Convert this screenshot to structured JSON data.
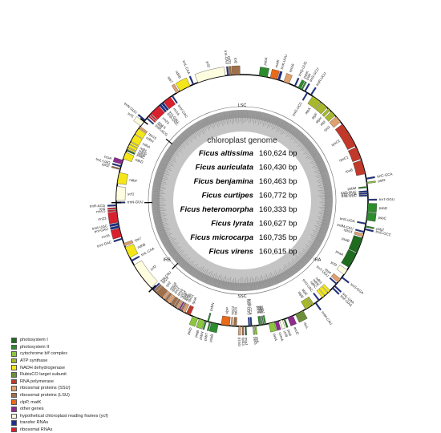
{
  "center": {
    "title": "chloroplast genome",
    "species": [
      {
        "name": "Ficus altissima",
        "size": "160,624 bp"
      },
      {
        "name": "Ficus auriculata",
        "size": "160,430 bp"
      },
      {
        "name": "Ficus benjamina",
        "size": "160,463 bp"
      },
      {
        "name": "Ficus curtipes",
        "size": "160,772 bp"
      },
      {
        "name": "Ficus heteromorpha",
        "size": "160,333 bp"
      },
      {
        "name": "Ficus lyrata",
        "size": "160,627 bp"
      },
      {
        "name": "Ficus microcarpa",
        "size": "160,735 bp"
      },
      {
        "name": "Ficus virens",
        "size": "160,615 bp"
      }
    ]
  },
  "regions": {
    "lsc": "LSC",
    "ssc": "SSC",
    "ira": "IRA",
    "irb": "IRB"
  },
  "categories": {
    "psa": "#1f6b1f",
    "psb": "#2e8b2e",
    "pet": "#8cc63f",
    "atp": "#a8b82c",
    "ndh": "#f5e61a",
    "rbc": "#6e8f3a",
    "rpo": "#c0392b",
    "rps": "#e0a070",
    "rpl": "#a0704a",
    "clp": "#e86a1a",
    "other": "#8e2c8e",
    "ycf": "#fffde0",
    "trn": "#1c2f8c",
    "rrn": "#d9202f"
  },
  "legend": [
    {
      "label": "photosystem I",
      "color": "#1f6b1f"
    },
    {
      "label": "photosystem II",
      "color": "#2e8b2e"
    },
    {
      "label": "cytochrome b/f complex",
      "color": "#8cc63f"
    },
    {
      "label": "ATP synthase",
      "color": "#a8b82c"
    },
    {
      "label": "NADH dehydrogenase",
      "color": "#f5e61a"
    },
    {
      "label": "RubisCO larget subunit",
      "color": "#6e8f3a"
    },
    {
      "label": "RNA polymerase",
      "color": "#c0392b"
    },
    {
      "label": "ribosomal proteins (SSU)",
      "color": "#e0a070"
    },
    {
      "label": "ribosomal proteins (LSU)",
      "color": "#a0704a"
    },
    {
      "label": "clpP, matK",
      "color": "#e86a1a"
    },
    {
      "label": "other genes",
      "color": "#8e2c8e"
    },
    {
      "label": "hypothetical chloroplast reading frames (ycf)",
      "color": "#fffde0"
    },
    {
      "label": "transfer RNAs",
      "color": "#1c2f8c"
    },
    {
      "label": "ribosomal RNAs",
      "color": "#d9202f"
    }
  ],
  "genes": [
    {
      "name": "psbA",
      "cat": "psb",
      "a0": 12,
      "a1": 18,
      "side": "out"
    },
    {
      "name": "matK",
      "cat": "clp",
      "a0": 20,
      "a1": 25,
      "side": "out"
    },
    {
      "name": "trnK-UUU",
      "cat": "trn",
      "a0": 25.5,
      "a1": 27,
      "side": "out"
    },
    {
      "name": "rps16",
      "cat": "rps",
      "a0": 30,
      "a1": 34,
      "side": "out"
    },
    {
      "name": "trnQ-UUG",
      "cat": "trn",
      "a0": 38,
      "a1": 39,
      "side": "out"
    },
    {
      "name": "psbK",
      "cat": "psb",
      "a0": 41,
      "a1": 43,
      "side": "out"
    },
    {
      "name": "psbI",
      "cat": "psb",
      "a0": 43.5,
      "a1": 44.5,
      "side": "out"
    },
    {
      "name": "trnS-GCU",
      "cat": "trn",
      "a0": 46,
      "a1": 47,
      "side": "out"
    },
    {
      "name": "trnG-UCC",
      "cat": "trn",
      "a0": 48,
      "a1": 49,
      "side": "in"
    },
    {
      "name": "trnR-UCU",
      "cat": "trn",
      "a0": 51,
      "a1": 52,
      "side": "out"
    },
    {
      "name": "atpA",
      "cat": "atp",
      "a0": 53,
      "a1": 60,
      "side": "in"
    },
    {
      "name": "atpF",
      "cat": "atp",
      "a0": 60.5,
      "a1": 66,
      "side": "in"
    },
    {
      "name": "atpH",
      "cat": "atp",
      "a0": 67,
      "a1": 69,
      "side": "in"
    },
    {
      "name": "atpI",
      "cat": "atp",
      "a0": 70,
      "a1": 74,
      "side": "in"
    },
    {
      "name": "rps2",
      "cat": "rps",
      "a0": 75,
      "a1": 80,
      "side": "in"
    },
    {
      "name": "rpoC2",
      "cat": "rpo",
      "a0": 82,
      "a1": 100,
      "side": "in"
    },
    {
      "name": "rpoC1",
      "cat": "rpo",
      "a0": 101,
      "a1": 110,
      "side": "in"
    },
    {
      "name": "rpoB",
      "cat": "rpo",
      "a0": 111,
      "a1": 121,
      "side": "in"
    },
    {
      "name": "trnC-GCA",
      "cat": "trn",
      "a0": 124,
      "a1": 125,
      "side": "out"
    },
    {
      "name": "petN",
      "cat": "pet",
      "a0": 127,
      "a1": 128,
      "side": "out"
    },
    {
      "name": "psbM",
      "cat": "psb",
      "a0": 130,
      "a1": 131,
      "side": "in"
    },
    {
      "name": "trnD-GUC",
      "cat": "trn",
      "a0": 133,
      "a1": 134,
      "side": "in"
    },
    {
      "name": "trnY-GUA",
      "cat": "trn",
      "a0": 134.5,
      "a1": 135.5,
      "side": "in"
    },
    {
      "name": "trnE-UUC",
      "cat": "trn",
      "a0": 136,
      "a1": 137,
      "side": "in"
    },
    {
      "name": "trnT-GGU",
      "cat": "trn",
      "a0": 139,
      "a1": 140,
      "side": "out"
    },
    {
      "name": "psbD",
      "cat": "psb",
      "a0": 142,
      "a1": 148,
      "side": "out"
    },
    {
      "name": "psbC",
      "cat": "psb",
      "a0": 148.5,
      "a1": 154,
      "side": "out"
    },
    {
      "name": "trnS-UGA",
      "cat": "trn",
      "a0": 156,
      "a1": 157,
      "side": "in"
    },
    {
      "name": "psbZ",
      "cat": "psb",
      "a0": 158,
      "a1": 159,
      "side": "out"
    },
    {
      "name": "trnG-GCC",
      "cat": "trn",
      "a0": 160,
      "a1": 161,
      "side": "out"
    },
    {
      "name": "trnfM-CAU",
      "cat": "trn",
      "a0": 162,
      "a1": 163,
      "side": "in"
    },
    {
      "name": "rps14",
      "cat": "rps",
      "a0": 164,
      "a1": 166,
      "side": "in"
    },
    {
      "name": "psaB",
      "cat": "psa",
      "a0": 167,
      "a1": 178,
      "side": "in"
    },
    {
      "name": "psaA",
      "cat": "psa",
      "a0": 178.5,
      "a1": 190,
      "side": "in"
    },
    {
      "name": "ycf3",
      "cat": "ycf",
      "a0": 192,
      "a1": 196,
      "side": "in"
    },
    {
      "name": "trnS-GGA",
      "cat": "trn",
      "a0": 198,
      "a1": 199,
      "side": "out"
    },
    {
      "name": "rps4",
      "cat": "rps",
      "a0": 200,
      "a1": 203,
      "side": "in"
    },
    {
      "name": "trnT-UGU",
      "cat": "trn",
      "a0": 204,
      "a1": 205,
      "side": "in"
    },
    {
      "name": "trnL-UAA",
      "cat": "trn",
      "a0": 206,
      "a1": 207,
      "side": "out"
    },
    {
      "name": "trnF-GAA",
      "cat": "trn",
      "a0": 208,
      "a1": 209,
      "side": "out"
    },
    {
      "name": "ndhJ",
      "cat": "ndh",
      "a0": 211,
      "a1": 213,
      "side": "in"
    },
    {
      "name": "ndhK",
      "cat": "ndh",
      "a0": 213.5,
      "a1": 216,
      "side": "in"
    },
    {
      "name": "ndhC",
      "cat": "ndh",
      "a0": 216.5,
      "a1": 218.5,
      "side": "in"
    },
    {
      "name": "trnV-UAC",
      "cat": "trn",
      "a0": 221,
      "a1": 222,
      "side": "in"
    },
    {
      "name": "trnM-CAU",
      "cat": "trn",
      "a0": 224,
      "a1": 225,
      "side": "out"
    },
    {
      "name": "atpE",
      "cat": "atp",
      "a0": 226,
      "a1": 227.5,
      "side": "in"
    },
    {
      "name": "atpB",
      "cat": "atp",
      "a0": 228,
      "a1": 233,
      "side": "in"
    },
    {
      "name": "rbcL",
      "cat": "rbc",
      "a0": 235,
      "a1": 241,
      "side": "out"
    },
    {
      "name": "accD",
      "cat": "other",
      "a0": 243,
      "a1": 247,
      "side": "out"
    },
    {
      "name": "psaI",
      "cat": "psa",
      "a0": 249,
      "a1": 250,
      "side": "out"
    },
    {
      "name": "ycf4",
      "cat": "ycf",
      "a0": 251,
      "a1": 253,
      "side": "out"
    },
    {
      "name": "cemA",
      "cat": "other",
      "a0": 254,
      "a1": 256.5,
      "side": "out"
    },
    {
      "name": "petA",
      "cat": "pet",
      "a0": 257,
      "a1": 261,
      "side": "out"
    },
    {
      "name": "psbJ",
      "cat": "psb",
      "a0": 263,
      "a1": 264,
      "side": "in"
    },
    {
      "name": "psbL",
      "cat": "psb",
      "a0": 264.5,
      "a1": 265,
      "side": "in"
    },
    {
      "name": "psbF",
      "cat": "psb",
      "a0": 265.5,
      "a1": 266,
      "side": "in"
    },
    {
      "name": "psbE",
      "cat": "psb",
      "a0": 266.5,
      "a1": 268,
      "side": "in"
    },
    {
      "name": "petL",
      "cat": "pet",
      "a0": 270,
      "a1": 271,
      "side": "out"
    },
    {
      "name": "petG",
      "cat": "pet",
      "a0": 271.5,
      "a1": 272.5,
      "side": "out"
    },
    {
      "name": "trnW-CCA",
      "cat": "trn",
      "a0": 273,
      "a1": 274,
      "side": "in"
    },
    {
      "name": "trnP-UGG",
      "cat": "trn",
      "a0": 274.5,
      "a1": 275.5,
      "side": "in"
    },
    {
      "name": "psaJ",
      "cat": "psa",
      "a0": 277,
      "a1": 278,
      "side": "out"
    },
    {
      "name": "rpl33",
      "cat": "rpl",
      "a0": 279,
      "a1": 280,
      "side": "out"
    },
    {
      "name": "rps18",
      "cat": "rps",
      "a0": 281,
      "a1": 282.5,
      "side": "out"
    },
    {
      "name": "rpl20",
      "cat": "rpl",
      "a0": 284,
      "a1": 286,
      "side": "in"
    },
    {
      "name": "rps12",
      "cat": "rps",
      "a0": 287,
      "a1": 288,
      "side": "in"
    },
    {
      "name": "clpP",
      "cat": "clp",
      "a0": 289,
      "a1": 295,
      "side": "in"
    },
    {
      "name": "psbB",
      "cat": "psb",
      "a0": 297,
      "a1": 302,
      "side": "out"
    },
    {
      "name": "psbT",
      "cat": "psb",
      "a0": 302.5,
      "a1": 303.5,
      "side": "out"
    },
    {
      "name": "psbN",
      "cat": "psb",
      "a0": 304,
      "a1": 305,
      "side": "in"
    },
    {
      "name": "psbH",
      "cat": "psb",
      "a0": 305.5,
      "a1": 306.5,
      "side": "out"
    },
    {
      "name": "petB",
      "cat": "pet",
      "a0": 307,
      "a1": 311,
      "side": "out"
    },
    {
      "name": "petD",
      "cat": "pet",
      "a0": 312,
      "a1": 316,
      "side": "out"
    },
    {
      "name": "rpoA",
      "cat": "rpo",
      "a0": 318,
      "a1": 321,
      "side": "in"
    },
    {
      "name": "rps11",
      "cat": "rps",
      "a0": 322,
      "a1": 324,
      "side": "in"
    },
    {
      "name": "rpl36",
      "cat": "rpl",
      "a0": 324.5,
      "a1": 325.5,
      "side": "in"
    },
    {
      "name": "infA",
      "cat": "other",
      "a0": 326,
      "a1": 327,
      "side": "in"
    },
    {
      "name": "rps8",
      "cat": "rps",
      "a0": 327.5,
      "a1": 329,
      "side": "in"
    },
    {
      "name": "rpl14",
      "cat": "rpl",
      "a0": 329.5,
      "a1": 331,
      "side": "in"
    },
    {
      "name": "rpl16",
      "cat": "rpl",
      "a0": 331.5,
      "a1": 334,
      "side": "in"
    },
    {
      "name": "rps3",
      "cat": "rps",
      "a0": 334.5,
      "a1": 337,
      "side": "in"
    },
    {
      "name": "rpl22",
      "cat": "rpl",
      "a0": 337.5,
      "a1": 339,
      "side": "in"
    },
    {
      "name": "rps19",
      "cat": "rps",
      "a0": 339.5,
      "a1": 341,
      "side": "in"
    },
    {
      "name": "rpl2",
      "cat": "rpl",
      "a0": 341.5,
      "a1": 347,
      "side": "in"
    },
    {
      "name": "rpl23",
      "cat": "rpl",
      "a0": 347.5,
      "a1": 349,
      "side": "in"
    },
    {
      "name": "trnI-CAU",
      "cat": "trn",
      "a0": 349.5,
      "a1": 350.5,
      "side": "in"
    },
    {
      "name": "ycf2",
      "cat": "ycf",
      "a0": 352,
      "a1": 372,
      "side": "in"
    },
    {
      "name": "trnL-CAA",
      "cat": "trn",
      "a0": 375,
      "a1": 376,
      "side": "in"
    },
    {
      "name": "ndhB",
      "cat": "ndh",
      "a0": 378,
      "a1": 386,
      "side": "in"
    },
    {
      "name": "rps7",
      "cat": "rps",
      "a0": 387,
      "a1": 389,
      "side": "in"
    },
    {
      "name": "trnV-GAC",
      "cat": "trn",
      "a0": 392,
      "a1": 393,
      "side": "out"
    },
    {
      "name": "rrn16",
      "cat": "rrn",
      "a0": 394,
      "a1": 400,
      "side": "out"
    },
    {
      "name": "trnI-GAU",
      "cat": "trn",
      "a0": 400.5,
      "a1": 402,
      "side": "out"
    },
    {
      "name": "trnA-UGC",
      "cat": "trn",
      "a0": 402.5,
      "a1": 404,
      "side": "out"
    },
    {
      "name": "rrn23",
      "cat": "rrn",
      "a0": 404.5,
      "a1": 412,
      "side": "out"
    },
    {
      "name": "rrn4.5",
      "cat": "rrn",
      "a0": 412.5,
      "a1": 413.5,
      "side": "out"
    },
    {
      "name": "rrn5",
      "cat": "rrn",
      "a0": 414,
      "a1": 415,
      "side": "out"
    },
    {
      "name": "trnR-ACG",
      "cat": "trn",
      "a0": 416,
      "a1": 417,
      "side": "out"
    },
    {
      "name": "trnN-GUU",
      "cat": "trn",
      "a0": 418,
      "a1": 419,
      "side": "in"
    },
    {
      "name": "ycf1",
      "cat": "ycf",
      "a0": 420,
      "a1": 430,
      "side": "in"
    },
    {
      "name": "ndhF",
      "cat": "ndh",
      "a0": 432,
      "a1": 440,
      "side": "in"
    },
    {
      "name": "rpl32",
      "cat": "rpl",
      "a0": 442,
      "a1": 443,
      "side": "out"
    },
    {
      "name": "trnL-UAG",
      "cat": "trn",
      "a0": 444,
      "a1": 445,
      "side": "out"
    },
    {
      "name": "ccsA",
      "cat": "other",
      "a0": 446,
      "a1": 449,
      "side": "out"
    },
    {
      "name": "ndhD",
      "cat": "ndh",
      "a0": 450,
      "a1": 455,
      "side": "in"
    },
    {
      "name": "psaC",
      "cat": "psa",
      "a0": 456,
      "a1": 457,
      "side": "in"
    },
    {
      "name": "ndhE",
      "cat": "ndh",
      "a0": 457.5,
      "a1": 458.5,
      "side": "in"
    },
    {
      "name": "ndhG",
      "cat": "ndh",
      "a0": 459,
      "a1": 461,
      "side": "in"
    },
    {
      "name": "ndhI",
      "cat": "ndh",
      "a0": 461.5,
      "a1": 463,
      "side": "in"
    },
    {
      "name": "ndhA",
      "cat": "ndh",
      "a0": 463.5,
      "a1": 469,
      "side": "in"
    },
    {
      "name": "ndhH",
      "cat": "ndh",
      "a0": 469.5,
      "a1": 474,
      "side": "in"
    },
    {
      "name": "rps15",
      "cat": "rps",
      "a0": 474.5,
      "a1": 476,
      "side": "in"
    },
    {
      "name": "ycf1",
      "cat": "ycf",
      "a0": 476.5,
      "a1": 480,
      "side": "out"
    },
    {
      "name": "trnN-GUU",
      "cat": "trn",
      "a0": 481,
      "a1": 482,
      "side": "out"
    },
    {
      "name": "trnR-ACG",
      "cat": "trn",
      "a0": 483,
      "a1": 484,
      "side": "in"
    },
    {
      "name": "rrn5",
      "cat": "rrn",
      "a0": 485,
      "a1": 486,
      "side": "in"
    },
    {
      "name": "rrn4.5",
      "cat": "rrn",
      "a0": 486.5,
      "a1": 487.5,
      "side": "in"
    },
    {
      "name": "rrn23",
      "cat": "rrn",
      "a0": 488,
      "a1": 495.5,
      "side": "in"
    },
    {
      "name": "trnA-UGC",
      "cat": "trn",
      "a0": 496,
      "a1": 497.5,
      "side": "in"
    },
    {
      "name": "trnI-GAU",
      "cat": "trn",
      "a0": 498,
      "a1": 499.5,
      "side": "in"
    },
    {
      "name": "rrn16",
      "cat": "rrn",
      "a0": 500,
      "a1": 506,
      "side": "in"
    },
    {
      "name": "trnV-GAC",
      "cat": "trn",
      "a0": 507,
      "a1": 508,
      "side": "in"
    },
    {
      "name": "rps7",
      "cat": "rps",
      "a0": 511,
      "a1": 513,
      "side": "out"
    },
    {
      "name": "ndhB",
      "cat": "ndh",
      "a0": 514,
      "a1": 522,
      "side": "out"
    },
    {
      "name": "trnL-CAA",
      "cat": "trn",
      "a0": 524,
      "a1": 525,
      "side": "out"
    },
    {
      "name": "ycf2",
      "cat": "ycf",
      "a0": 528,
      "a1": 548,
      "side": "out"
    },
    {
      "name": "trnI-CAU",
      "cat": "trn",
      "a0": 549.5,
      "a1": 550.5,
      "side": "out"
    },
    {
      "name": "rpl23",
      "cat": "rpl",
      "a0": 551,
      "a1": 552.5,
      "side": "out"
    },
    {
      "name": "rpl2",
      "cat": "rpl",
      "a0": 553,
      "a1": 558.5,
      "side": "out"
    }
  ]
}
